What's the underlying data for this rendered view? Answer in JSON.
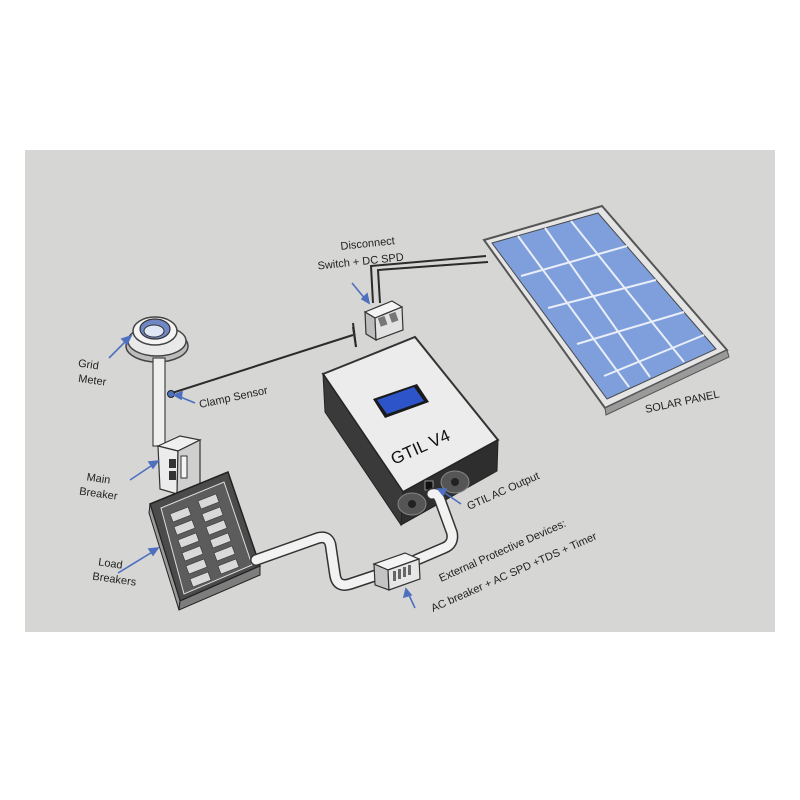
{
  "labels": {
    "grid_meter": [
      "Grid",
      "Meter"
    ],
    "main_breaker": [
      "Main",
      "Breaker"
    ],
    "load_breakers": [
      "Load",
      "Breakers"
    ],
    "clamp_sensor": "Clamp Sensor",
    "disconnect": [
      "Disconnect",
      "Switch + DC SPD"
    ],
    "solar_panel": "SOLAR PANEL",
    "inverter_name": "GTIL V4",
    "gtil_ac_output": "GTIL AC Output",
    "external_devices": [
      "External Protective Devices:",
      "AC breaker + AC SPD +TDS + Timer"
    ]
  },
  "colors": {
    "background": "#d6d6d4",
    "panel_cell": "#7e9fdc",
    "panel_frame": "#e7e7e7",
    "inverter_top": "#ececec",
    "inverter_side": "#3a3a3a",
    "display": "#2d55c9",
    "pipe": "#f2f2f2",
    "arrow": "#4f6fbf"
  },
  "icons": [
    "grid-meter-icon",
    "main-breaker-icon",
    "load-breaker-panel-icon",
    "inverter-icon",
    "lcd-display-icon",
    "fan-icon",
    "disconnect-box-icon",
    "protective-device-box-icon",
    "solar-panel-icon",
    "clamp-sensor-icon"
  ]
}
